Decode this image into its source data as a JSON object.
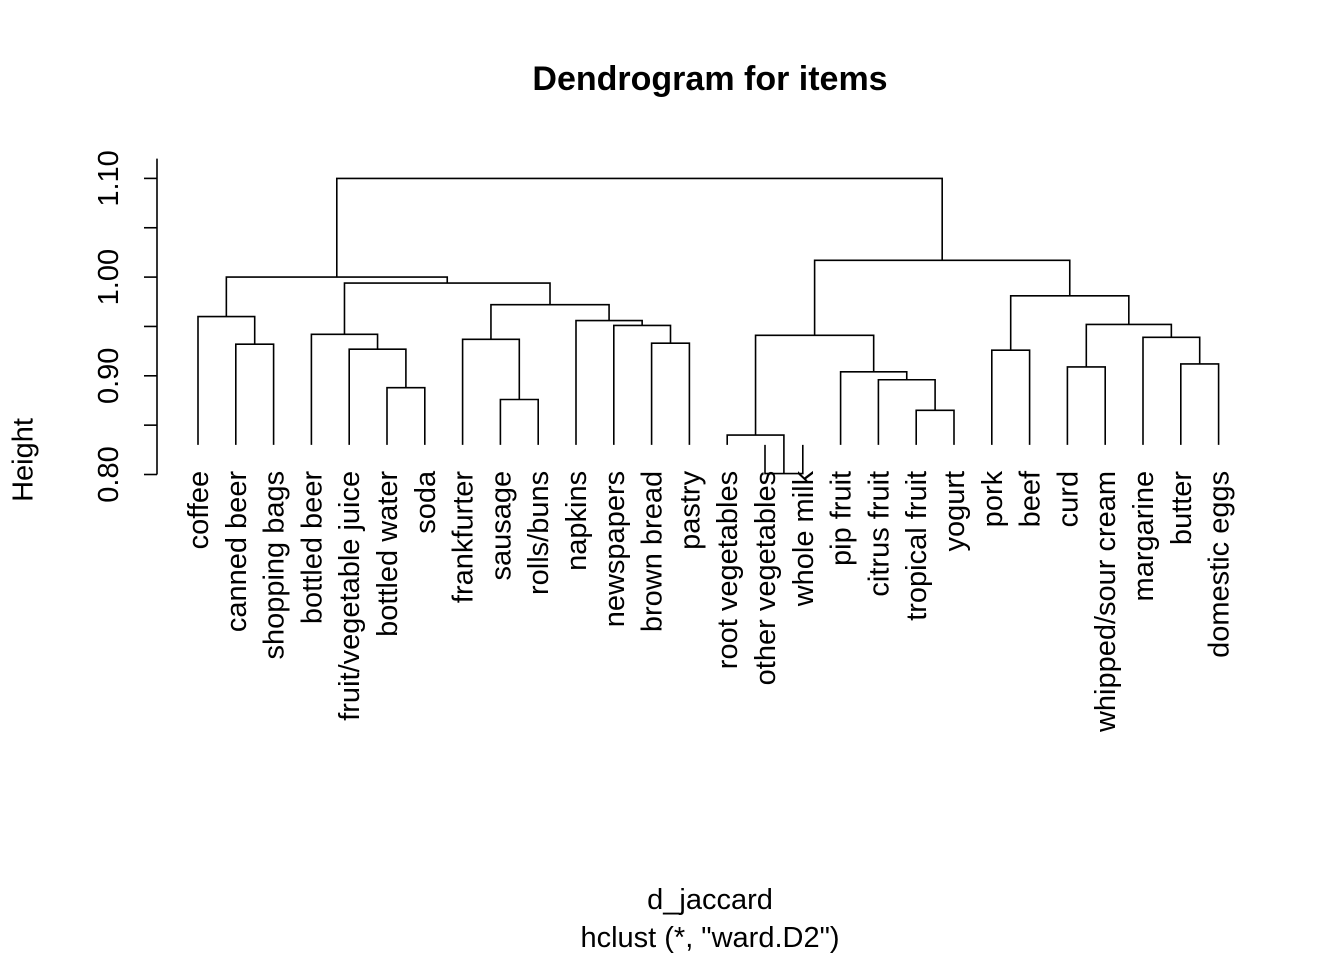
{
  "chart_data": {
    "type": "dendrogram",
    "title": "Dendrogram for items",
    "xlabel": "d_jaccard",
    "sub": "hclust (*, \"ward.D2\")",
    "ylabel": "Height",
    "ylim": [
      0.8,
      1.12
    ],
    "yticks": [
      "0.80",
      "0.90",
      "1.00",
      "1.10"
    ],
    "minor_ticks": [
      0.85,
      0.95,
      1.05
    ],
    "label_offset": 0.03,
    "leaves": [
      "coffee",
      "canned beer",
      "shopping bags",
      "bottled beer",
      "fruit/vegetable juice",
      "bottled water",
      "soda",
      "frankfurter",
      "sausage",
      "rolls/buns",
      "napkins",
      "newspapers",
      "brown bread",
      "pastry",
      "root vegetables",
      "other vegetables",
      "whole milk",
      "pip fruit",
      "citrus fruit",
      "tropical fruit",
      "yogurt",
      "pork",
      "beef",
      "curd",
      "whipped/sour cream",
      "margarine",
      "butter",
      "domestic eggs"
    ],
    "merges": [
      {
        "a": "L1",
        "b": "L2",
        "h": 0.932
      },
      {
        "a": "L0",
        "b": "M0",
        "h": 0.96
      },
      {
        "a": "L5",
        "b": "L6",
        "h": 0.888
      },
      {
        "a": "L4",
        "b": "M2",
        "h": 0.927
      },
      {
        "a": "L3",
        "b": "M3",
        "h": 0.942
      },
      {
        "a": "L8",
        "b": "L9",
        "h": 0.876
      },
      {
        "a": "L7",
        "b": "M5",
        "h": 0.937
      },
      {
        "a": "L12",
        "b": "L13",
        "h": 0.933
      },
      {
        "a": "L11",
        "b": "M7",
        "h": 0.951
      },
      {
        "a": "L10",
        "b": "M8",
        "h": 0.956
      },
      {
        "a": "M6",
        "b": "M9",
        "h": 0.972
      },
      {
        "a": "M4",
        "b": "M10",
        "h": 0.994
      },
      {
        "a": "M1",
        "b": "M11",
        "h": 1.0
      },
      {
        "a": "L15",
        "b": "L16",
        "h": 0.801
      },
      {
        "a": "L14",
        "b": "M13",
        "h": 0.84
      },
      {
        "a": "L19",
        "b": "L20",
        "h": 0.865
      },
      {
        "a": "L18",
        "b": "M15",
        "h": 0.896
      },
      {
        "a": "L17",
        "b": "M16",
        "h": 0.904
      },
      {
        "a": "M14",
        "b": "M17",
        "h": 0.941
      },
      {
        "a": "L21",
        "b": "L22",
        "h": 0.926
      },
      {
        "a": "L23",
        "b": "L24",
        "h": 0.909
      },
      {
        "a": "L26",
        "b": "L27",
        "h": 0.912
      },
      {
        "a": "L25",
        "b": "M21",
        "h": 0.939
      },
      {
        "a": "M20",
        "b": "M22",
        "h": 0.952
      },
      {
        "a": "M19",
        "b": "M23",
        "h": 0.981
      },
      {
        "a": "M18",
        "b": "M24",
        "h": 1.017
      },
      {
        "a": "M12",
        "b": "M25",
        "h": 1.1
      }
    ]
  }
}
